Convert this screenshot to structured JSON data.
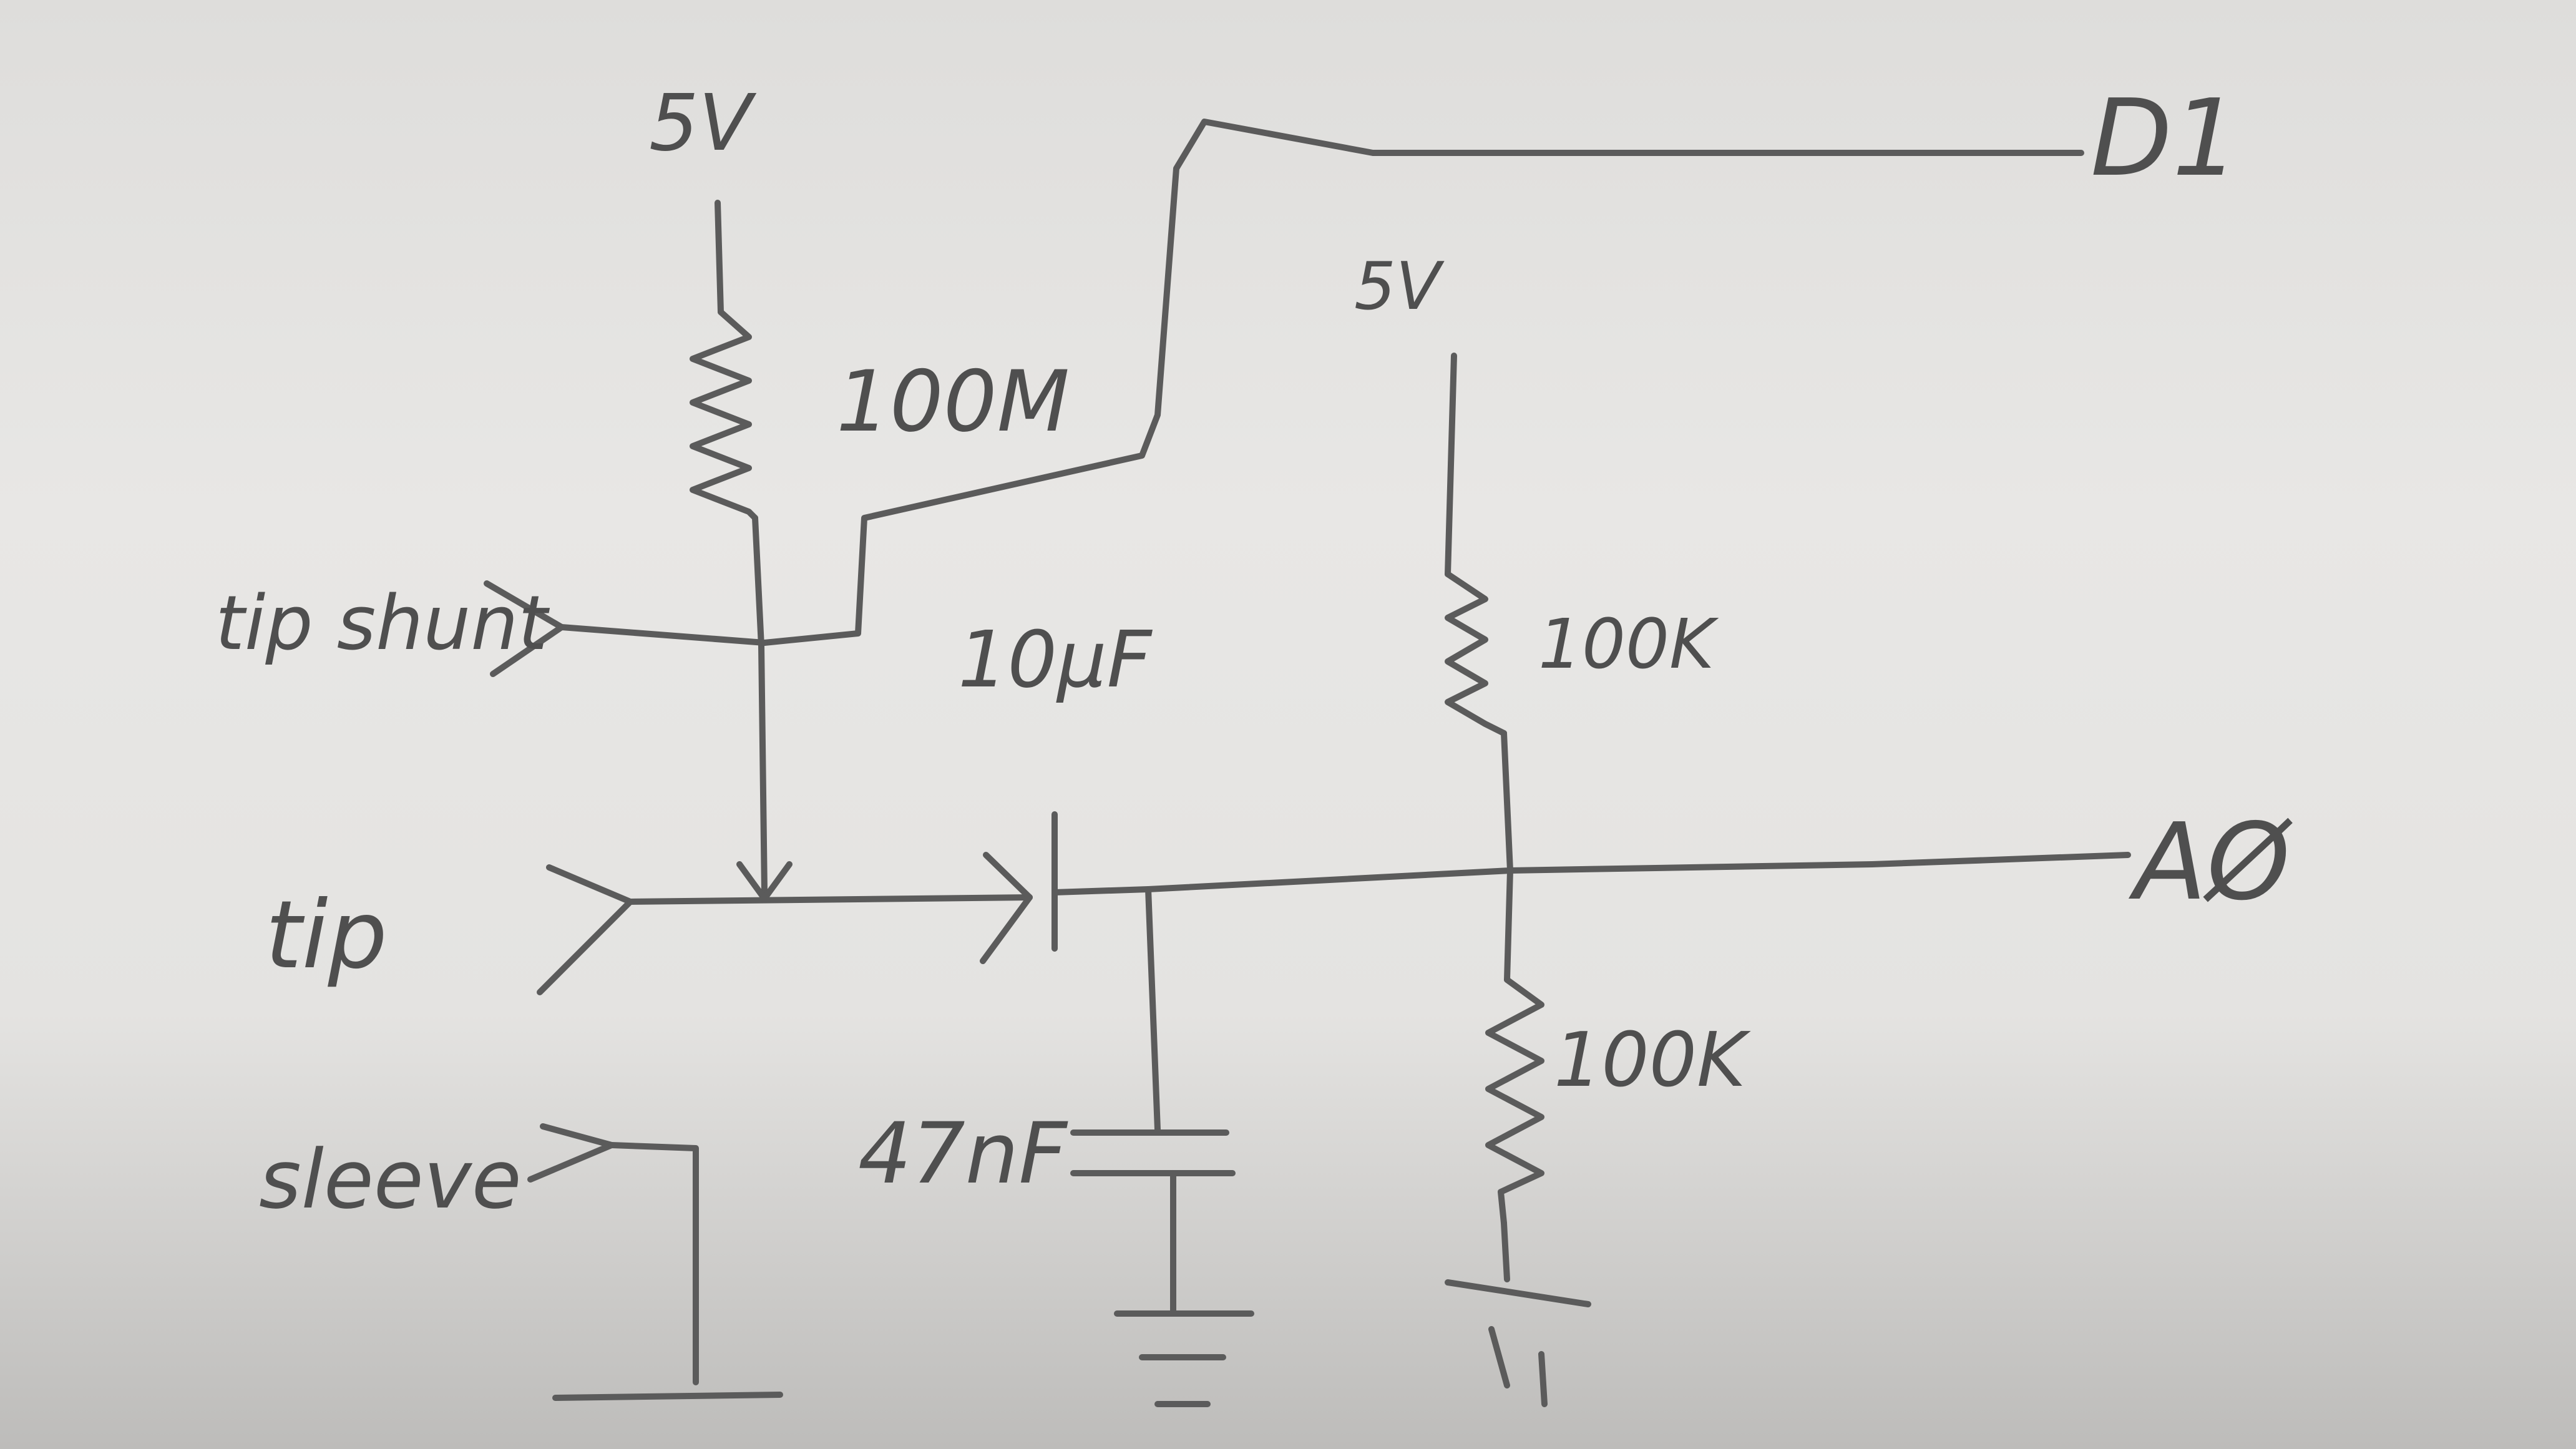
{
  "labels": {
    "supply_left": "5V",
    "supply_right": "5V",
    "r_pullup": "100M",
    "r_top": "100K",
    "r_bottom": "100K",
    "cap_coupling": "10µF",
    "cap_filter": "47nF",
    "in_tip_shunt": "tip shunt",
    "in_tip": "tip",
    "in_sleeve": "sleeve",
    "out_digital": "D1",
    "out_analog": "AØ"
  },
  "colors": {
    "paper": "#e4e3e1",
    "pencil": "#5b5b5b"
  }
}
